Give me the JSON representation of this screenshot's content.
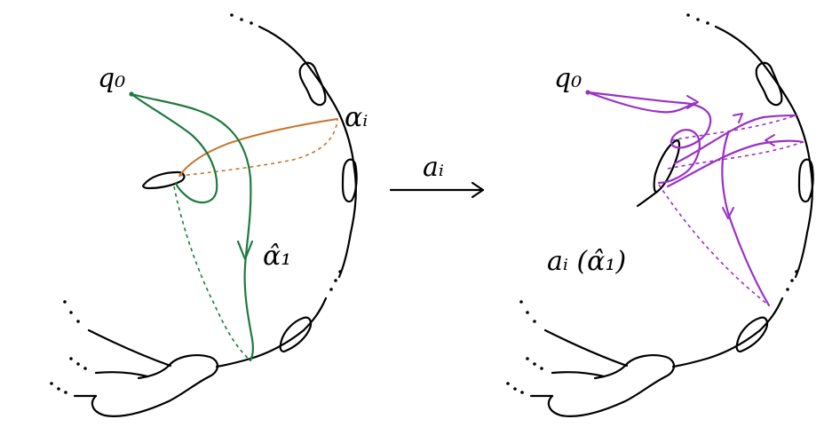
{
  "labels": {
    "left_basepoint": "q₀",
    "left_curve": "α̂₁",
    "left_curve_i": "αᵢ",
    "arrow": "aᵢ",
    "right_basepoint": "q₀",
    "right_curve": "aᵢ (α̂₁)"
  },
  "colors": {
    "outline": "#000000",
    "green": "#1e7a3e",
    "orange": "#c8742a",
    "purple": "#9b30c8"
  }
}
